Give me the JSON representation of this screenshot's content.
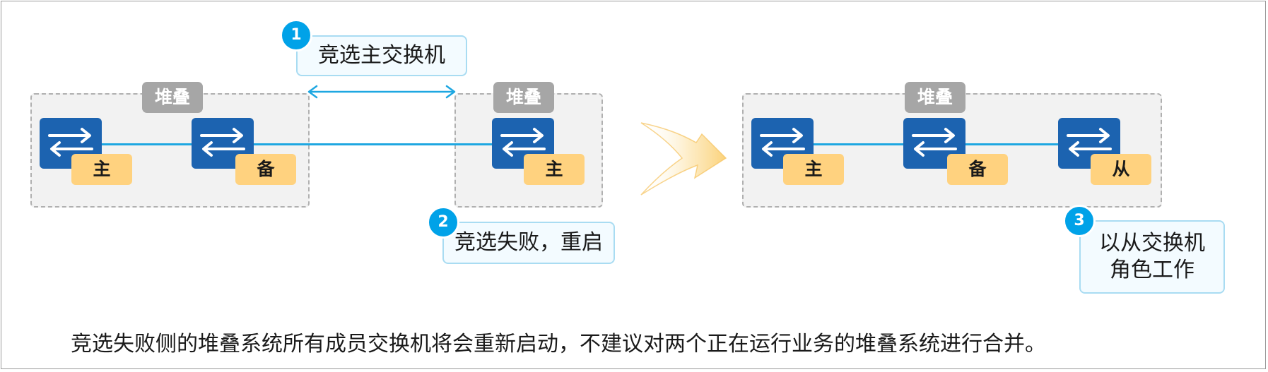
{
  "stack_label": "堆叠",
  "roles": {
    "master": "主",
    "standby": "备",
    "slave": "从"
  },
  "steps": [
    {
      "number": "1",
      "text": "竞选主交换机"
    },
    {
      "number": "2",
      "text": "竞选失败，重启"
    },
    {
      "number": "3",
      "line1": "以从交换机",
      "line2": "角色工作"
    }
  ],
  "caption": "竞选失败侧的堆叠系统所有成员交换机将会重新启动，不建议对两个正在运行业务的堆叠系统进行合并。",
  "colors": {
    "switch_blue": "#1c63b0",
    "link_blue": "#1ea7e1",
    "role_orange": "#ffd27f",
    "badge_blue": "#00a2e8",
    "stack_gray": "#a6a6a6"
  },
  "icons": [
    "switch-icon",
    "bidirectional-arrow-icon",
    "transition-arrow-icon"
  ]
}
